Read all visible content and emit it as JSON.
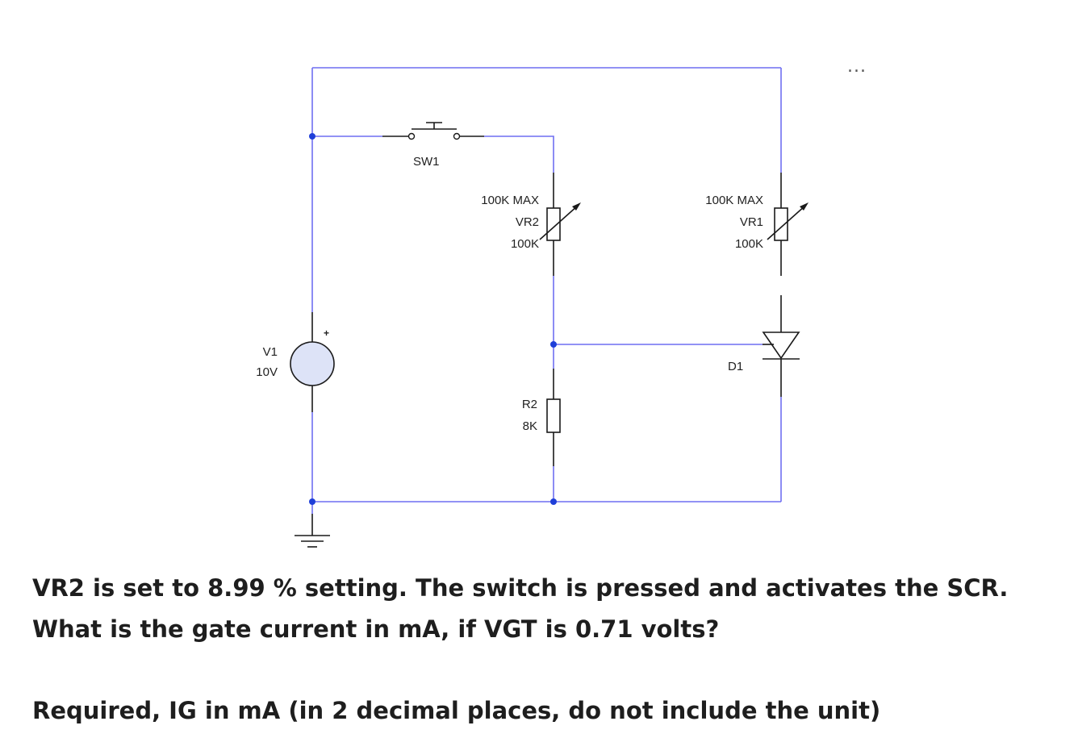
{
  "menu": {
    "more_label": "..."
  },
  "circuit": {
    "sw1": {
      "name": "SW1"
    },
    "vr2": {
      "max_label": "100K MAX",
      "name": "VR2",
      "value": "100K"
    },
    "vr1": {
      "max_label": "100K MAX",
      "name": "VR1",
      "value": "100K"
    },
    "v1": {
      "name": "V1",
      "value": "10V",
      "plus": "+"
    },
    "d1": {
      "name": "D1"
    },
    "r2": {
      "name": "R2",
      "value": "8K"
    }
  },
  "question": {
    "text": "VR2 is set to 8.99 % setting. The switch is pressed and activates the SCR. What is the gate current in mA, if VGT is 0.71 volts?",
    "required": "Required, IG in mA (in 2 decimal places, do not include the unit)"
  }
}
